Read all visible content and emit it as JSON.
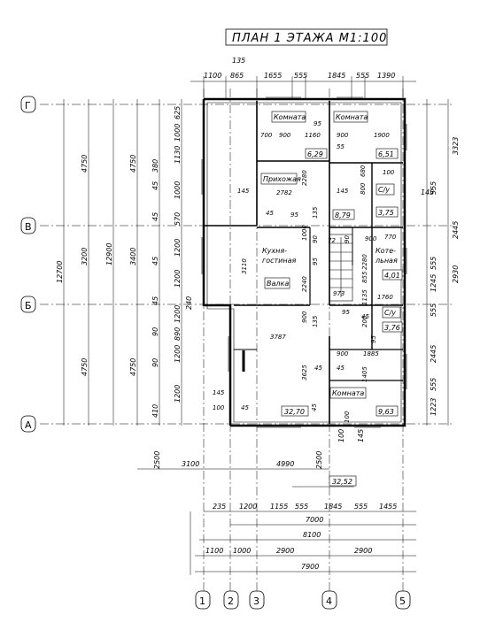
{
  "title": "ПЛАН 1 ЭТАЖА М1:100",
  "axes": {
    "rows": [
      "Г",
      "В",
      "Б",
      "А"
    ],
    "cols": [
      "1",
      "2",
      "3",
      "4",
      "5"
    ]
  },
  "rooms": [
    {
      "name": "Комната"
    },
    {
      "name": "Комната"
    },
    {
      "name": "Прихожая"
    },
    {
      "name": "Кухня-\nгостиная"
    },
    {
      "name": "Валка"
    },
    {
      "name": "Коте-\nльная"
    },
    {
      "name": "С/у"
    },
    {
      "name": "С/у"
    },
    {
      "name": "Комната"
    }
  ],
  "areas": [
    "6,29",
    "6,51",
    "8,79",
    "3,75",
    "4,01",
    "3,76",
    "32,70",
    "9,63",
    "32,52"
  ],
  "top_dims": {
    "row1": [
      "1100",
      "865",
      "1655",
      "555",
      "1845",
      "555",
      "1390"
    ],
    "extra": [
      "135"
    ]
  },
  "bottom_dims": {
    "row1": [
      "235",
      "1200",
      "1155",
      "555",
      "1845",
      "555",
      "1455"
    ],
    "row2": [
      "7000"
    ],
    "row3": [
      "8100"
    ],
    "row4": [
      "1100",
      "1000",
      "2900",
      "2900"
    ],
    "row5": [
      "7900"
    ],
    "misc": [
      "3100",
      "4990",
      "2500",
      "2500",
      "100",
      "145"
    ]
  },
  "left_dims": {
    "outer": [
      "12700"
    ],
    "col2": [
      "3200",
      "12900"
    ],
    "col3": [
      "4750",
      "3400",
      "4750"
    ],
    "col4": [
      "4750",
      "4750"
    ],
    "col5": [
      "625",
      "1000",
      "1130",
      "380",
      "45",
      "1000",
      "45",
      "570",
      "1200",
      "45",
      "1200",
      "45",
      "1200",
      "890",
      "90",
      "1200",
      "90",
      "1200",
      "410",
      "240"
    ]
  },
  "right_dims": {
    "outer": [
      "3323",
      "2445",
      "2930",
      "2445",
      "1223"
    ],
    "inner": [
      "145",
      "555",
      "555",
      "1245",
      "555",
      "555"
    ]
  },
  "interior_dims": [
    "700",
    "900",
    "1160",
    "900",
    "1900",
    "95",
    "55",
    "2280",
    "2782",
    "145",
    "680",
    "800",
    "100",
    "135",
    "95",
    "1000",
    "45",
    "90",
    "90",
    "72",
    "900",
    "770",
    "3110",
    "2240",
    "95",
    "2280",
    "855",
    "1135",
    "1760",
    "95",
    "973",
    "900",
    "135",
    "200",
    "3787",
    "95",
    "45",
    "900",
    "1885",
    "3625",
    "1405",
    "100",
    "45",
    "45",
    "145",
    "100",
    "45",
    "45",
    "145"
  ]
}
